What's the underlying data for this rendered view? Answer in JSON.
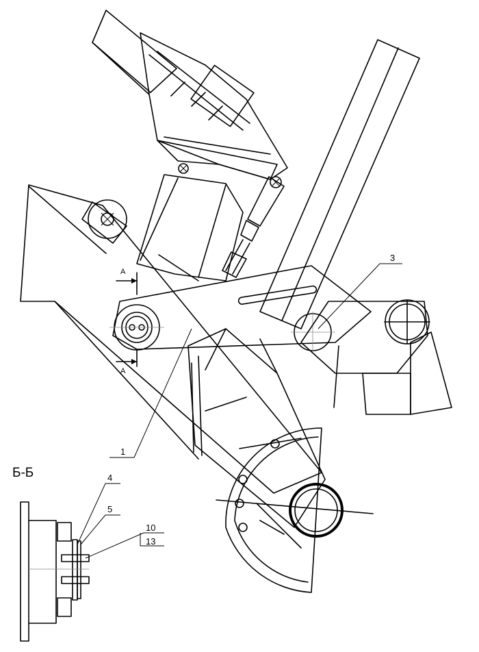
{
  "callouts": {
    "c1": "1",
    "c3": "3",
    "c4": "4",
    "c5": "5",
    "c10": "10",
    "c13": "13"
  },
  "section": {
    "title": "Б-Б",
    "mark_top": "A",
    "mark_bottom": "A"
  }
}
